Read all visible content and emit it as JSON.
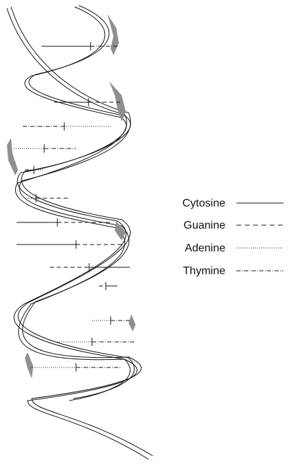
{
  "legend": {
    "items": [
      {
        "key": "cytosine",
        "label": "Cytosine",
        "line_style": "solid"
      },
      {
        "key": "guanine",
        "label": "Guanine",
        "line_style": "dashed"
      },
      {
        "key": "adenine",
        "label": "Adenine",
        "line_style": "dotted"
      },
      {
        "key": "thymine",
        "label": "Thymine",
        "line_style": "dash-dot"
      }
    ]
  },
  "colors": {
    "stroke": "#111111",
    "strand_shading": "#8f8f8f",
    "background": "#ffffff"
  }
}
